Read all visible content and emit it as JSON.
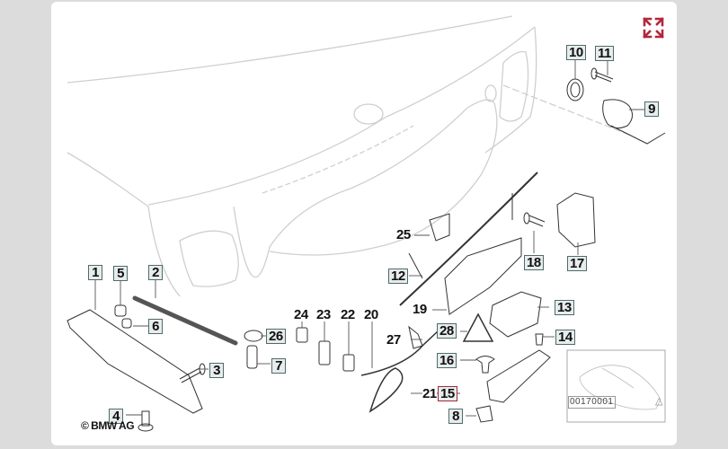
{
  "diagram": {
    "title": "Trunk lid lock / hinge parts diagram",
    "copyright": "© BMW AG",
    "reference_id": "00170001",
    "expand_icon": "expand-arrows-icon",
    "warning_icon": "warning-triangle-icon",
    "accent_color": "#b3273b",
    "label_border_color": "#4f6b6b",
    "highlighted_label_color": "#9b2b3a",
    "labels": {
      "l1": "1",
      "l2": "2",
      "l3": "3",
      "l4": "4",
      "l5": "5",
      "l6": "6",
      "l7": "7",
      "l8": "8",
      "l9": "9",
      "l10": "10",
      "l11": "11",
      "l12": "12",
      "l13": "13",
      "l14": "14",
      "l15": "15",
      "l16": "16",
      "l17": "17",
      "l18": "18",
      "l19": "19",
      "l20": "20",
      "l21": "21",
      "l22": "22",
      "l23": "23",
      "l24": "24",
      "l25": "25",
      "l26": "26",
      "l27": "27",
      "l28": "28"
    },
    "highlighted_part": "15"
  }
}
